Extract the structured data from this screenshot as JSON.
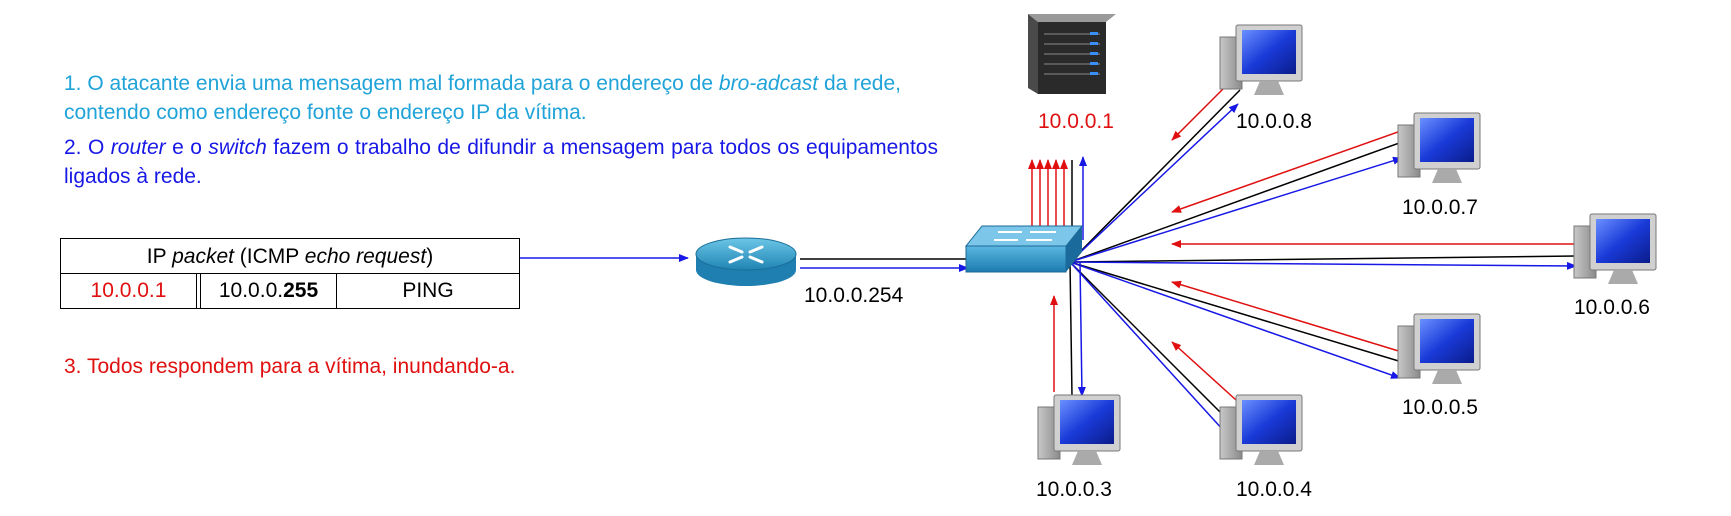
{
  "steps": {
    "s1_a": "1. O atacante envia uma mensagem mal formada para o endereço de ",
    "s1_em": "bro-adcast",
    "s1_b": " da rede, contendo como endereço fonte o endereço IP da vítima.",
    "s2_a": "2. O ",
    "s2_router": "router",
    "s2_b": " e o ",
    "s2_switch": "switch",
    "s2_c": " fazem o trabalho de difundir a mensagem para todos os equipamentos ligados à rede.",
    "s3": "3. Todos respondem para a vítima, inundando-a."
  },
  "packet": {
    "title_a": "IP ",
    "title_em1": "packet",
    "title_b": " (ICMP ",
    "title_em2": "echo request",
    "title_c": ")",
    "src": "10.0.0.1",
    "dst_a": "10.0.0.",
    "dst_b": "255",
    "payload": "PING"
  },
  "nodes": {
    "router_ip": "10.0.0.254",
    "victim_ip": "10.0.0.1",
    "pc8": "10.0.0.8",
    "pc7": "10.0.0.7",
    "pc6": "10.0.0.6",
    "pc5": "10.0.0.5",
    "pc4": "10.0.0.4",
    "pc3": "10.0.0.3"
  },
  "colors": {
    "step1": "#1fa3d8",
    "broadcast": "#1818e6",
    "reply": "#e01010",
    "link": "#000000"
  }
}
